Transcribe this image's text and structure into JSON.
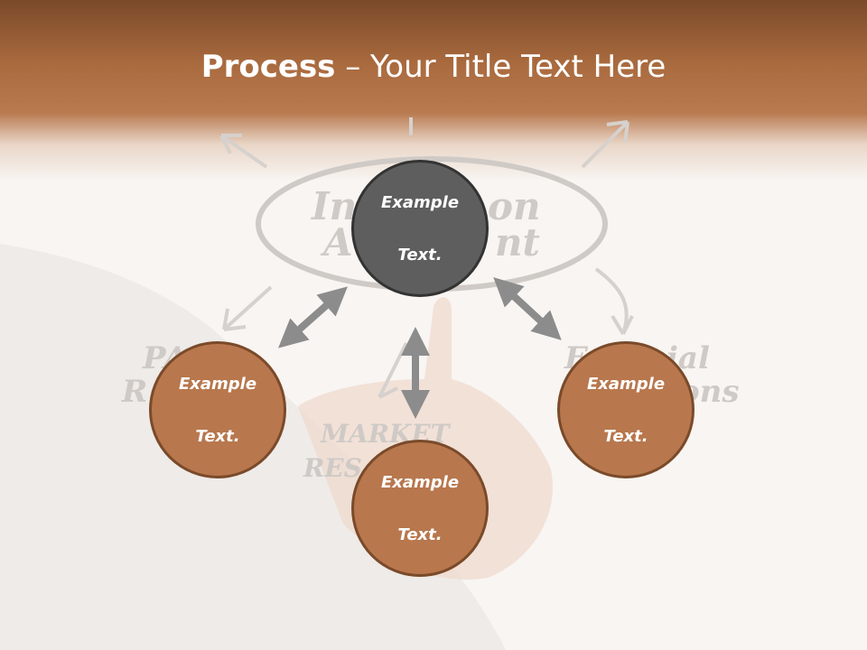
{
  "slide": {
    "title_bold": "Process",
    "title_rest": " – Your Title Text Here"
  },
  "background_sketch": {
    "words": [
      "In",
      "on",
      "A",
      "nt",
      "PA",
      "R",
      "MARKET",
      "RES",
      "F",
      "ial",
      "ons"
    ]
  },
  "nodes": {
    "top": {
      "line1": "Example",
      "line2": "Text."
    },
    "left": {
      "line1": "Example",
      "line2": "Text."
    },
    "bottom": {
      "line1": "Example",
      "line2": "Text."
    },
    "right": {
      "line1": "Example",
      "line2": "Text."
    }
  },
  "colors": {
    "header": "#a96a3e",
    "node_fill": "#b8774d",
    "node_border": "#7a4a2a",
    "center_fill": "#5e5e5e",
    "center_border": "#333333",
    "arrow": "#8c8c8c"
  }
}
